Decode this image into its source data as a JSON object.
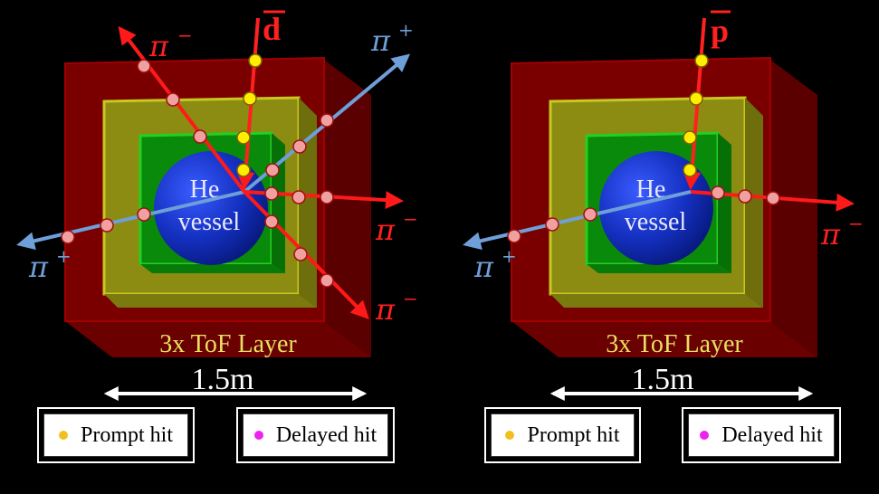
{
  "colors": {
    "outer_frame": "#8b0000",
    "middle_frame": "#9a9a10",
    "inner_frame": "#0aa00a",
    "vessel": "#1530c8",
    "track_pion_minus": "#ff1a1a",
    "track_pion_plus": "#6f9fd8",
    "track_antiparticle": "#ff2020",
    "prompt_hit": "#f0c020",
    "delayed_hit": "#ee22ee",
    "hit_on_track": "#f0a0a0"
  },
  "left_panel": {
    "antiparticle_label": "d",
    "vessel_label_line1": "He",
    "vessel_label_line2": "vessel",
    "tof_label": "3x ToF Layer",
    "scale_label": "1.5m",
    "pion_minus_symbol": "π",
    "pion_minus_charge": "−",
    "pion_plus_symbol": "π",
    "pion_plus_charge": "+",
    "legend": {
      "prompt": "Prompt hit",
      "delayed": "Delayed hit"
    }
  },
  "right_panel": {
    "antiparticle_label": "p",
    "vessel_label_line1": "He",
    "vessel_label_line2": "vessel",
    "tof_label": "3x ToF Layer",
    "scale_label": "1.5m",
    "pion_minus_symbol": "π",
    "pion_minus_charge": "−",
    "pion_plus_symbol": "π",
    "pion_plus_charge": "+",
    "legend": {
      "prompt": "Prompt hit",
      "delayed": "Delayed hit"
    }
  }
}
